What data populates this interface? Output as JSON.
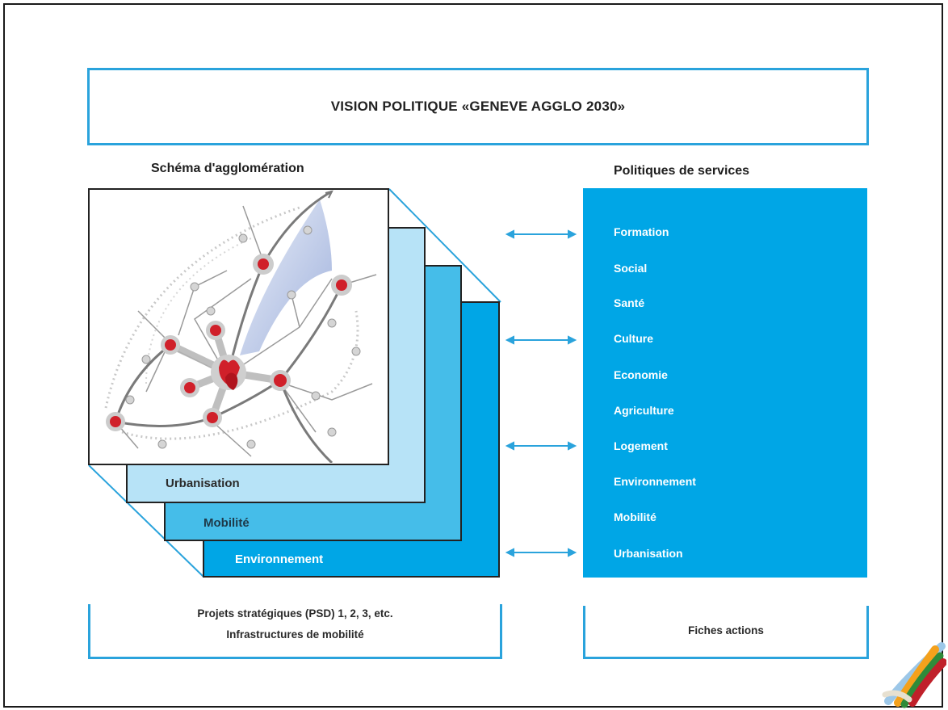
{
  "title": "VISION POLITIQUE «GENEVE AGGLO 2030»",
  "left": {
    "heading": "Schéma d'agglomération",
    "layers": [
      "Urbanisation",
      "Mobilité",
      "Environnement"
    ],
    "bottom_line1": "Projets stratégiques (PSD) 1, 2, 3, etc.",
    "bottom_line2": "Infrastructures de mobilité"
  },
  "right": {
    "heading": "Politiques de services",
    "services": [
      "Formation",
      "Social",
      "Santé",
      "Culture",
      "Economie",
      "Agriculture",
      "Logement",
      "Environnement",
      "Mobilité",
      "Urbanisation"
    ],
    "bottom": "Fiches actions"
  },
  "colors": {
    "accent": "#2aa3dc",
    "panel": "#00a6e6",
    "layer_urbanisation": "#b7e3f7",
    "layer_mobilite": "#45bde9",
    "layer_environnement": "#00a6e6",
    "node_red": "#d0202a"
  }
}
